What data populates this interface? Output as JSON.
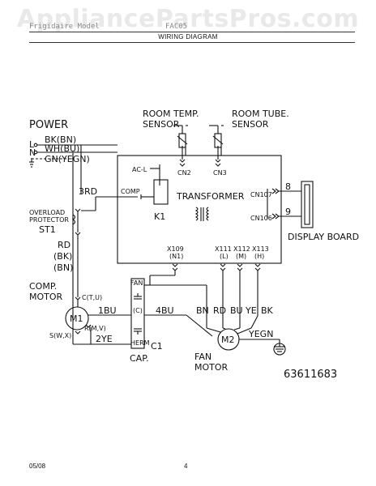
{
  "header": {
    "watermark": "AppliancePartsPros.com",
    "left_text": "Frigidaire Model",
    "mid_text": "FAC05",
    "title": "WIRING DIAGRAM"
  },
  "power": {
    "title": "POWER",
    "l": "L",
    "n": "N",
    "bk": "BK(BN)",
    "wh": "WH(BU)",
    "gn": "GN(YEGN)"
  },
  "sensors": {
    "room_temp": [
      "ROOM TEMP.",
      "SENSOR"
    ],
    "room_tube": [
      "ROOM TUBE.",
      "SENSOR"
    ],
    "cn2": "CN2",
    "cn3": "CN3"
  },
  "control_board": {
    "ac_l": "AC-L",
    "comp": "COMP",
    "k1": "K1",
    "transformer": "TRANSFORMER",
    "cn107": "CN107",
    "cn106": "CN106",
    "x109": "X109",
    "x109_sub": "(N1)",
    "x111": "X111",
    "x111_sub": "(L)",
    "x112": "X112",
    "x112_sub": "(M)",
    "x113": "X113",
    "x113_sub": "(H)"
  },
  "display": {
    "label": "DISPLAY BOARD",
    "pin8": "8",
    "pin9": "9"
  },
  "overload": {
    "label": [
      "OVERLOAD",
      "PROTECTOR"
    ],
    "st1": "ST1",
    "wire_3rd": "3RD",
    "rd": [
      "RD",
      "(BK)",
      "(BN)"
    ]
  },
  "compressor": {
    "label": [
      "COMP.",
      "MOTOR"
    ],
    "m1": "M1",
    "c": "C(T,U)",
    "r": "R(M,V)",
    "s": "S(W,X)",
    "wire_1bu": "1BU",
    "wire_2ye": "2YE"
  },
  "capacitor": {
    "fan_top": "FAN",
    "c_mid": "(C)",
    "herm": "HERM",
    "label": "CAP.",
    "c1": "C1",
    "wire_4bu": "4BU"
  },
  "fan_motor": {
    "m2": "M2",
    "label": [
      "FAN",
      "MOTOR"
    ],
    "wires": [
      "BN",
      "RD",
      "BU",
      "YE",
      "BK"
    ],
    "yegn": "YEGN"
  },
  "part_number": "63611683",
  "footer": {
    "date": "05/08",
    "page": "4"
  }
}
